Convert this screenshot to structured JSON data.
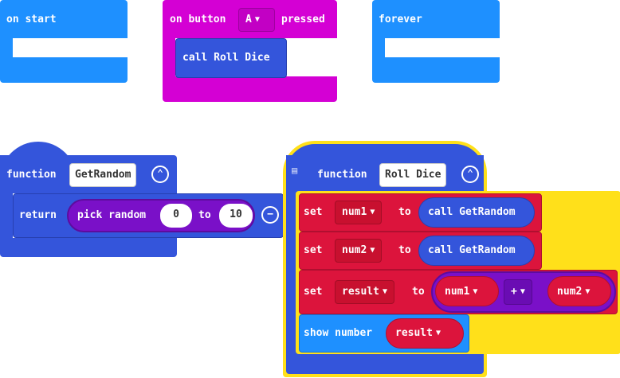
{
  "blocks": {
    "on_start": {
      "label": "on start"
    },
    "on_button": {
      "prefix": "on button",
      "button": "A",
      "suffix": "pressed",
      "call_label": "call Roll Dice"
    },
    "forever": {
      "label": "forever"
    },
    "get_random": {
      "function_keyword": "function",
      "name": "GetRandom",
      "return_label": "return",
      "pick_random_label": "pick random",
      "min": "0",
      "to_label": "to",
      "max": "10"
    },
    "roll_dice": {
      "function_keyword": "function",
      "name": "Roll Dice",
      "set_label": "set",
      "to_label": "to",
      "var1": "num1",
      "var2": "num2",
      "var3": "result",
      "call_get_random": "call GetRandom",
      "operand_a": "num1",
      "operator": "+",
      "operand_b": "num2",
      "show_number_label": "show number",
      "show_var": "result"
    }
  },
  "icons": {
    "expand": "up-arrow-circle",
    "remove": "minus-circle",
    "comment": "comment-icon",
    "dropdown": "triangle-down"
  },
  "colors": {
    "events_blue": "#1e90ff",
    "input_magenta": "#d400d4",
    "functions_indigo": "#3455db",
    "variables_red": "#dc143c",
    "math_purple": "#7a10c8",
    "selection_yellow": "#ffe01a"
  }
}
